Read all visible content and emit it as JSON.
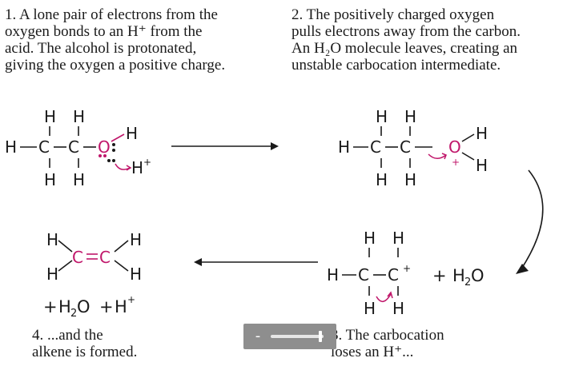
{
  "captions": {
    "step1": [
      "1. A lone pair of electrons from the",
      "oxygen bonds to an H⁺ from the",
      "acid.  The alcohol is protonated,",
      "giving the oxygen a positive charge."
    ],
    "step2": [
      "2. The positively charged oxygen",
      "pulls electrons away from the carbon.",
      "An H₂O molecule leaves, creating an",
      "unstable carbocation intermediate."
    ],
    "step3": [
      "3. The carbocation",
      "loses an H⁺..."
    ],
    "step4": [
      "4. ...and the",
      "alkene is formed."
    ]
  },
  "atoms": {
    "hydrogen": "H",
    "carbon": "C",
    "oxygen": "O"
  },
  "charges": {
    "plus": "+"
  },
  "products": {
    "step3_plus": "+",
    "step4_plus_1": "+",
    "step4_plus_2": "+",
    "water_h": "H",
    "water_sub": "2",
    "water_o": "O",
    "proton_h": "H",
    "proton_sup": "+"
  },
  "media_control": {
    "minus": "-"
  },
  "colors": {
    "accent": "#c0166a",
    "text": "#1a1a1a",
    "control_bg": "#8e8e8e"
  }
}
